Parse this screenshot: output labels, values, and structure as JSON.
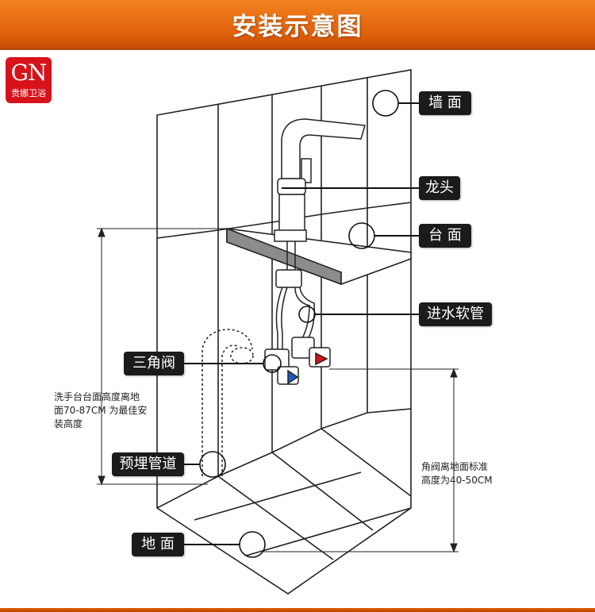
{
  "header": {
    "title": "安装示意图"
  },
  "logo": {
    "mark": "GN",
    "brand": "贵娜卫浴"
  },
  "labels": {
    "wall": "墙 面",
    "faucet": "龙头",
    "counter": "台 面",
    "hose": "进水软管",
    "valve": "三角阀",
    "pipe": "预埋管道",
    "floor": "地 面"
  },
  "notes": {
    "basin_height": [
      "洗手台台面高度离地",
      "面70-87CM 为最佳安",
      "装高度"
    ],
    "valve_height": [
      "角阀离地面标准",
      "高度为40-50CM"
    ]
  },
  "colors": {
    "banner": "#e8701a",
    "hot": "#d7121b",
    "cold": "#1e5bc6",
    "label_bg": "#1b1b1b"
  }
}
